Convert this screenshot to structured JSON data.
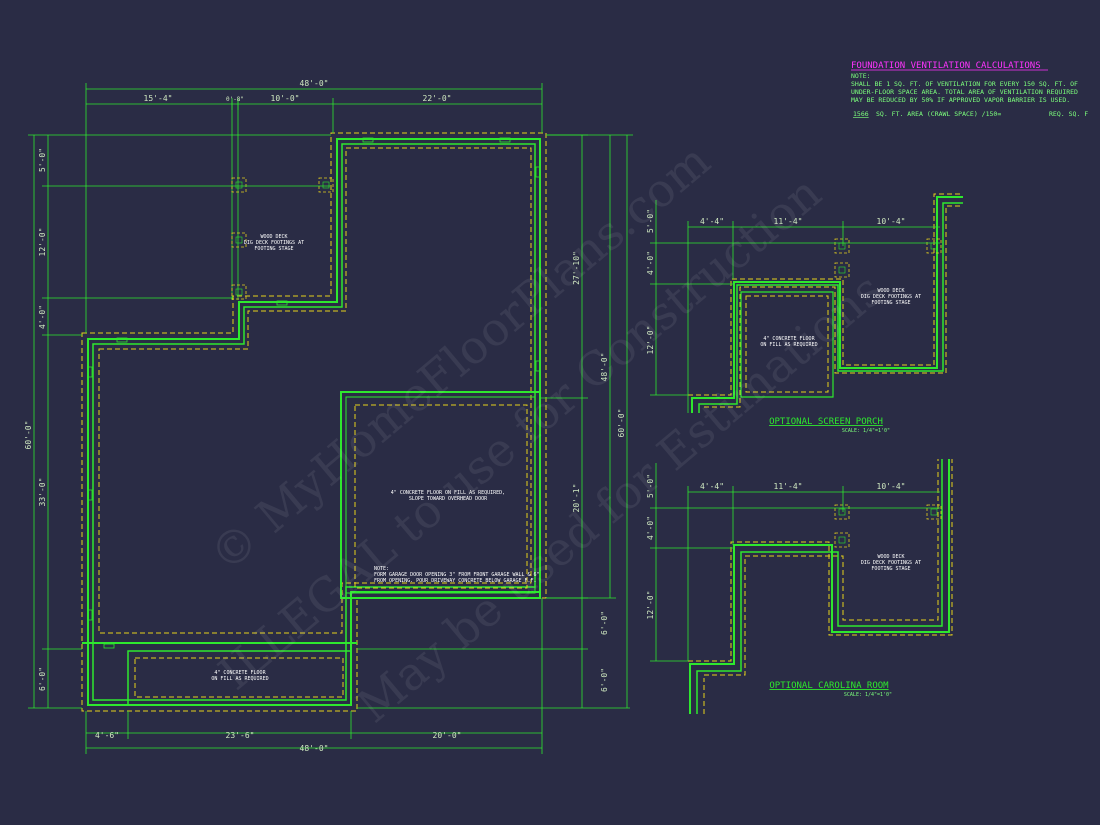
{
  "colors": {
    "background": "#2a2c45",
    "wall_green": "#2ee82e",
    "footing_yellow": "#e6d21c",
    "title_magenta": "#ff33ff",
    "text_green": "#7cff7c",
    "text_white": "#ffffff"
  },
  "main_plan": {
    "dims_top": {
      "overall": "48'-0\"",
      "seg1": "15'-4\"",
      "seg2": "0'-8\"",
      "seg3": "10'-0\"",
      "seg4": "22'-0\""
    },
    "dims_left": {
      "overall": "60'-0\"",
      "seg1": "5'-0\"",
      "seg2": "12'-0\"",
      "seg3": "4'-0\"",
      "seg4": "33'-0\"",
      "seg5": "6'-0\""
    },
    "dims_right": {
      "overall": "60'-0\"",
      "seg_48": "48'-0\"",
      "seg1": "27'-10\"",
      "seg2": "20'-1\"",
      "seg3": "6'-0\"",
      "seg4": "6'-0\""
    },
    "dims_bottom": {
      "overall": "48'-0\"",
      "seg1": "4'-6\"",
      "seg2": "23'-6\"",
      "seg3": "20'-0\""
    },
    "deck_note": [
      "WOOD DECK",
      "DIG DECK FOOTINGS AT",
      "FOOTING STAGE"
    ],
    "garage_note": [
      "4\" CONCRETE FLOOR ON FILL AS REQUIRED,",
      "SLOPE TOWARD OVERHEAD DOOR"
    ],
    "garage_door_note": [
      "NOTE:",
      "FORM GARAGE DOOR OPENING 3\" FROM FRONT GARAGE WALL & 6\"",
      "FROM OPENING. POUR DRIVEWAY CONCRETE BELOW GARAGE F.F."
    ],
    "porch_note": [
      "4\" CONCRETE FLOOR",
      "ON FILL AS REQUIRED"
    ]
  },
  "ventilation": {
    "title": "FOUNDATION VENTILATION CALCULATIONS",
    "note_label": "NOTE:",
    "lines": [
      "SHALL BE 1 SQ. FT. OF VENTILATION FOR EVERY 150 SQ. FT. OF",
      "UNDER-FLOOR SPACE AREA. TOTAL AREA OF VENTILATION REQUIRED",
      "MAY BE REDUCED BY 50% IF APPROVED VAPOR BARRIER IS USED."
    ],
    "area_value": "1566",
    "area_label": "SQ. FT. AREA (CRAWL SPACE) /150=",
    "req_label": "REQ. SQ. F"
  },
  "screen_porch": {
    "title": "OPTIONAL SCREEN PORCH",
    "scale": "SCALE: 1/4\"=1'0\"",
    "dims_top": [
      "4'-4\"",
      "11'-4\"",
      "10'-4\""
    ],
    "dims_left": [
      "5'-0\"",
      "4'-0\"",
      "12'-0\""
    ],
    "floor_note": [
      "4\" CONCRETE FLOOR",
      "ON FILL AS REQUIRED"
    ],
    "deck_note": [
      "WOOD DECK",
      "DIG DECK FOOTINGS AT",
      "FOOTING STAGE"
    ]
  },
  "carolina_room": {
    "title": "OPTIONAL CAROLINA ROOM",
    "scale": "SCALE: 1/4\"=1'0\"",
    "dims_top": [
      "4'-4\"",
      "11'-4\"",
      "10'-4\""
    ],
    "dims_left": [
      "5'-0\"",
      "4'-0\"",
      "12'-0\""
    ],
    "deck_note": [
      "WOOD DECK",
      "DIG DECK FOOTINGS AT",
      "FOOTING STAGE"
    ]
  },
  "watermark": {
    "line1": "© MyHomeFloorPlans.com",
    "line2": "ILLEGAL to use for Construction",
    "line3": "May be used for Estimations"
  }
}
